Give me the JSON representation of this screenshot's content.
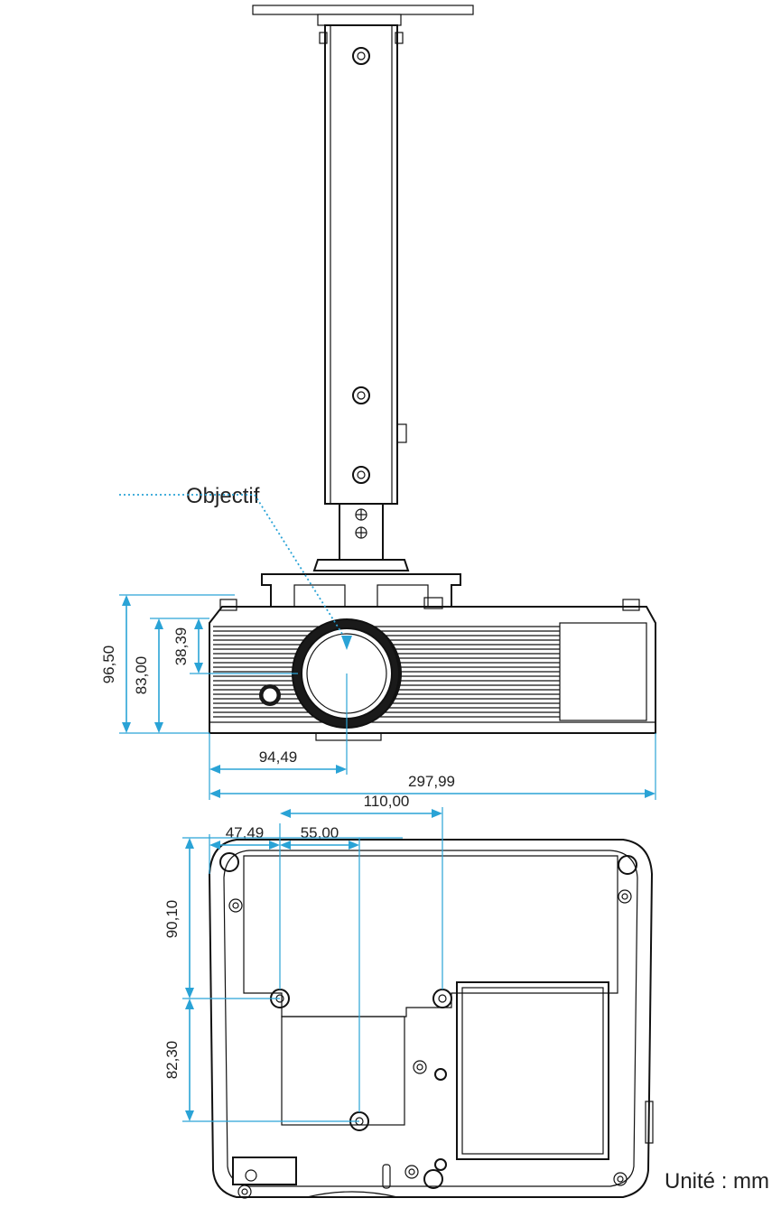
{
  "labels": {
    "lens": "Objectif",
    "unit": "Unité : mm"
  },
  "dimensions": {
    "height_total": "96,50",
    "height_body": "83,00",
    "lens_offset_v": "38,39",
    "lens_offset_h": "94,49",
    "width_total": "297,99",
    "mount_spacing": "110,00",
    "mount_left_offset": "47,49",
    "mount_center_offset": "55,00",
    "mount_depth_front": "90,10",
    "mount_depth_rear": "82,30"
  },
  "colors": {
    "dimension": "#2aa3d6",
    "outline": "#111111"
  }
}
